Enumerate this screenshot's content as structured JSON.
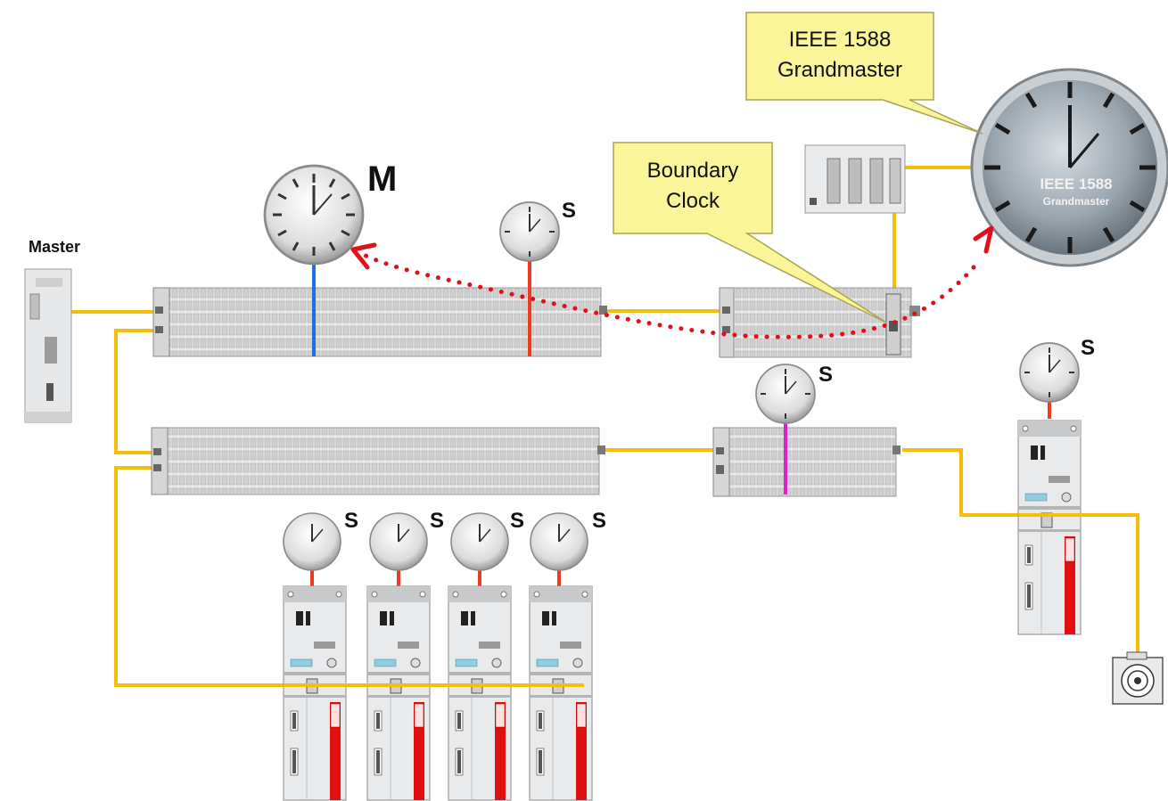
{
  "labels": {
    "master": "Master",
    "clock_master": "M",
    "clock_slave": "S",
    "callout_boundary": [
      "Boundary",
      "Clock"
    ],
    "callout_grandmaster": [
      "IEEE 1588",
      "Grandmaster"
    ],
    "gm_face_line1": "IEEE 1588",
    "gm_face_line2": "Grandmaster"
  },
  "colors": {
    "cable": "#f5be0b",
    "sync_path": "#e0101a",
    "clock_stem_red": "#ee3a1e",
    "clock_stem_blue": "#1f6fe0",
    "clock_stem_magenta": "#dd22cc",
    "callout_fill": "#fbf59a",
    "callout_stroke": "#a9a455",
    "drive_red": "#e01010"
  },
  "icons": {
    "master_plc": "plc-controller-icon",
    "io_rack": "io-terminal-rack-icon",
    "switch": "network-switch-icon",
    "servo_drive": "servo-drive-icon",
    "motor": "servo-motor-icon",
    "clock": "clock-icon",
    "grandmaster": "grandmaster-clock-icon"
  }
}
